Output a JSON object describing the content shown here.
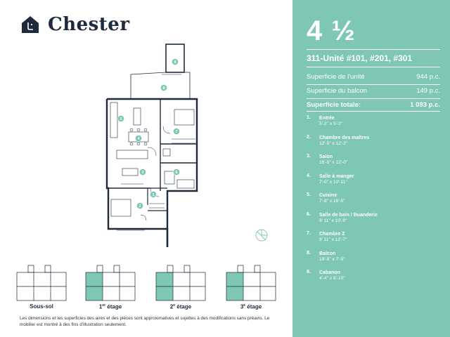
{
  "brand": {
    "name": "Chester"
  },
  "unit": {
    "type": "4 ½",
    "units": "311-Unité #101, #201, #301",
    "areas": [
      {
        "label": "Superficie de l'unité",
        "value": "944 p.c."
      },
      {
        "label": "Superficie du balcon",
        "value": "149 p.c."
      },
      {
        "label": "Superficie totale:",
        "value": "1 093 p.c."
      }
    ]
  },
  "rooms": [
    {
      "num": "1.",
      "name": "Entrée",
      "dim": "5'-2'' x 5'-2''"
    },
    {
      "num": "2.",
      "name": "Chambre des maîtres",
      "dim": "12'-5'' x 12'-2''"
    },
    {
      "num": "3.",
      "name": "Salon",
      "dim": "16'-5'' x 12'-0''"
    },
    {
      "num": "4.",
      "name": "Salle à manger",
      "dim": "7'-0'' x 10'-11''"
    },
    {
      "num": "5.",
      "name": "Cuisine",
      "dim": "7'-8'' x 16'-5''"
    },
    {
      "num": "6.",
      "name": "Salle de bain / Buanderie",
      "dim": "9' 11'' x 10'-9''"
    },
    {
      "num": "7.",
      "name": "Chambre 2",
      "dim": "9' 11'' x 12'-7''"
    },
    {
      "num": "8.",
      "name": "Balcon",
      "dim": "19'-8'' x 7'-5''"
    },
    {
      "num": "9.",
      "name": "Cabanon",
      "dim": "4'-4'' x 8'-10''"
    }
  ],
  "plan_markers": [
    "1",
    "2",
    "3",
    "4",
    "5",
    "6",
    "7",
    "8",
    "9"
  ],
  "floors": [
    {
      "label": "Sous-sol",
      "sup": "",
      "highlight": false
    },
    {
      "label": "1",
      "sup": "er",
      "suffix": " étage",
      "highlight": true
    },
    {
      "label": "2",
      "sup": "e",
      "suffix": " étage",
      "highlight": true
    },
    {
      "label": "3",
      "sup": "e",
      "suffix": " étage",
      "highlight": true
    }
  ],
  "disclaimer": "Les dimensions et les superficies des aires et des pièces sont approximatives et sujettes à des modifications sans préavis. Le mobilier est montré à des fins d'illustration seulement.",
  "colors": {
    "accent": "#7ec7b2",
    "navy": "#1e2b3d",
    "marker": "#7ec7b2"
  }
}
